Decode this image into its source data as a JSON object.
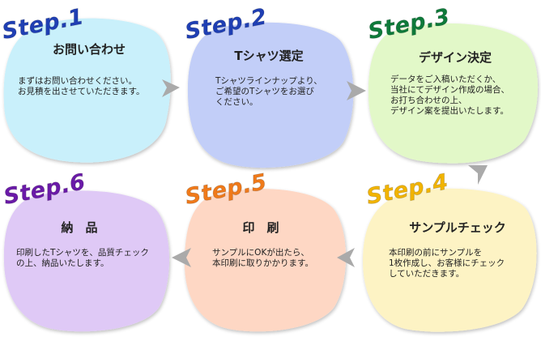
{
  "colors": {
    "step1_fill": "#c9f0fb",
    "step2_fill": "#c2cef8",
    "step3_fill": "#e2f8c8",
    "step4_fill": "#fdf3c4",
    "step5_fill": "#fed7c4",
    "step6_fill": "#dfc9f6",
    "step1_label": "#1f3fb4",
    "step2_label": "#1f3fb4",
    "step3_label": "#0e7a3a",
    "step4_label": "#f2b400",
    "step5_label": "#f07a1a",
    "step6_label": "#6a1aa8",
    "arrow": "#aaaaaa"
  },
  "steps": [
    {
      "label": "Step.1",
      "title": "お問い合わせ",
      "desc": "まずはお問い合わせください。\nお見積を出させていただきます。"
    },
    {
      "label": "Step.2",
      "title": "Tシャツ選定",
      "desc": "Tシャツラインナップより、\nご希望のTシャツをお選び\nください。"
    },
    {
      "label": "Step.3",
      "title": "デザイン決定",
      "desc": "データをご入稿いただくか、\n当社にてデザイン作成の場合、\nお打ち合わせの上、\nデザイン案を提出いたします。"
    },
    {
      "label": "Step.4",
      "title": "サンプルチェック",
      "desc": "本印刷の前にサンプルを\n1枚作成し、お客様にチェック\nしていただきます。"
    },
    {
      "label": "Step.5",
      "title": "印　刷",
      "desc": "サンプルにOKが出たら、\n本印刷に取りかかります。"
    },
    {
      "label": "Step.6",
      "title": "納　品",
      "desc": "印刷したTシャツを、品質チェック\nの上、納品いたします。"
    }
  ]
}
